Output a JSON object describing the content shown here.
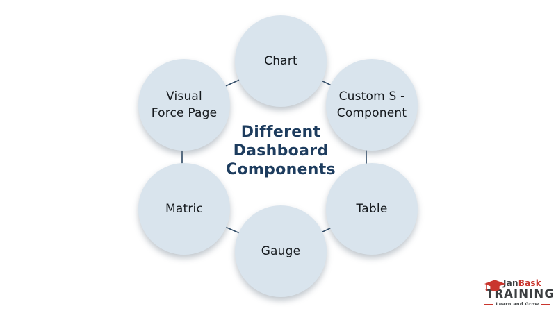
{
  "title": {
    "text": "Different Dashboard Components",
    "lines": [
      "Different",
      "Dashboard",
      "Components"
    ]
  },
  "nodes": [
    {
      "id": "chart",
      "label": "Chart",
      "lines": [
        "Chart"
      ]
    },
    {
      "id": "custom-s-component",
      "label": "Custom S - Component",
      "lines": [
        "Custom S -",
        "Component"
      ]
    },
    {
      "id": "table",
      "label": "Table",
      "lines": [
        "Table"
      ]
    },
    {
      "id": "gauge",
      "label": "Gauge",
      "lines": [
        "Gauge"
      ]
    },
    {
      "id": "matric",
      "label": "Matric",
      "lines": [
        "Matric"
      ]
    },
    {
      "id": "visual-force-page",
      "label": "Visual Force Page",
      "lines": [
        "Visual",
        "Force Page"
      ]
    }
  ],
  "connections": [
    [
      "chart",
      "visual-force-page"
    ],
    [
      "chart",
      "custom-s-component"
    ],
    [
      "custom-s-component",
      "table"
    ],
    [
      "table",
      "gauge"
    ],
    [
      "gauge",
      "matric"
    ],
    [
      "matric",
      "visual-force-page"
    ]
  ],
  "logo": {
    "brand_part1": "Jan",
    "brand_part2": "Bask",
    "name_line": "TRAINING",
    "tagline": "Learn and Grow"
  },
  "colors": {
    "background": "#ffffff",
    "circle_fill": "#d9e4ed",
    "connector": "#2b4763",
    "title_text": "#1d3c5e",
    "node_text": "#15191d",
    "logo_red": "#c9362e",
    "logo_dark": "#3b3e40"
  }
}
